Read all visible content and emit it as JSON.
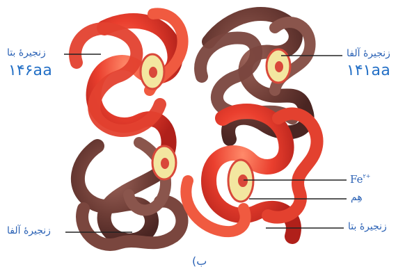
{
  "labels": {
    "beta_top": "زنجیرهٔ بتا",
    "beta_top_count": "۱۴۶aa",
    "alpha_top": "زنجیرهٔ آلفا",
    "alpha_top_count": "۱۴۱aa",
    "fe_symbol": "Fe",
    "fe_charge": "۲+",
    "heme": "هِم",
    "alpha_bottom": "زنجیرهٔ آلفا",
    "beta_bottom": "زنجیرهٔ بتا",
    "caption": "ب)"
  },
  "colors": {
    "beta_chain": "#e8382c",
    "alpha_chain": "#6e3d36",
    "heme_disc": "#f3e6a0",
    "heme_rim": "#d9483a",
    "label_text": "#2b62b5",
    "leader_line": "#222222"
  }
}
